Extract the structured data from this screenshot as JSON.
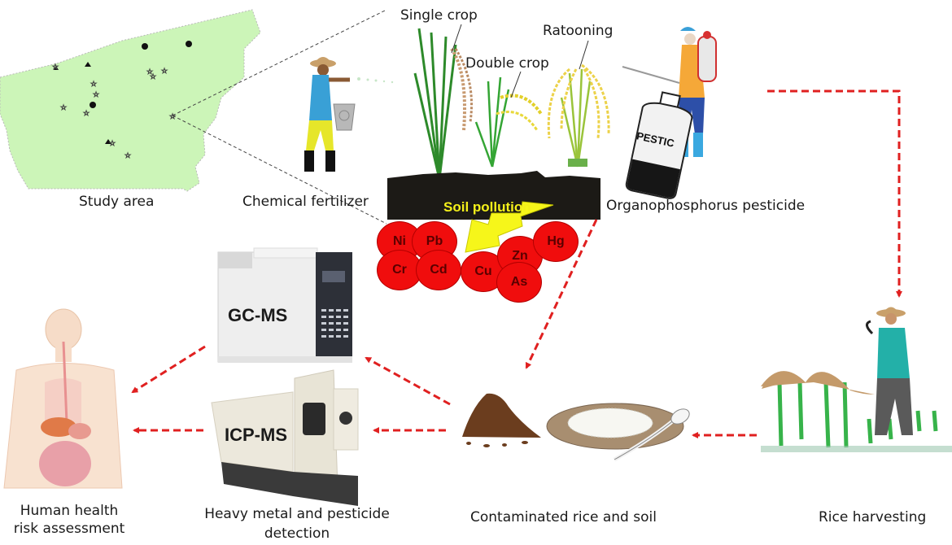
{
  "diagram": {
    "colors": {
      "arrow": "#e02020",
      "map_fill": "#ccf5b8",
      "metal_fill": "#f00d0d",
      "soil": "#1c1a16",
      "soil_text": "#f4f01a",
      "lightning": "#f6f61a"
    },
    "nodes": {
      "study_area": {
        "label": "Study area"
      },
      "chemical_fertilizer": {
        "label": "Chemical fertilizer"
      },
      "single_crop": {
        "label": "Single crop"
      },
      "double_crop": {
        "label": "Double crop"
      },
      "ratooning": {
        "label": "Ratooning"
      },
      "organophosphorus_pesticide": {
        "label": "Organophosphorus pesticide",
        "bottle_text": "PESTIC"
      },
      "soil_pollution": {
        "label": "Soil pollution"
      },
      "gc_ms": {
        "label": "GC-MS"
      },
      "icp_ms": {
        "label": "ICP-MS"
      },
      "detection": {
        "label_line1": "Heavy metal and pesticide",
        "label_line2": "detection"
      },
      "human_health": {
        "label_line1": "Human health",
        "label_line2": "risk assessment"
      },
      "contaminated": {
        "label": "Contaminated rice and soil"
      },
      "harvest": {
        "label": "Rice harvesting"
      }
    },
    "heavy_metals": [
      "Ni",
      "Pb",
      "Cr",
      "Cd",
      "Cu",
      "Zn",
      "As",
      "Hg"
    ],
    "map_legend_symbols": [
      "dot",
      "triangle",
      "star"
    ],
    "edges": [
      {
        "from": "organophosphorus_pesticide",
        "to": "rice_harvesting",
        "style": "dashed"
      },
      {
        "from": "soil_pollution",
        "to": "contaminated_rice_and_soil",
        "style": "dashed"
      },
      {
        "from": "rice_harvesting",
        "to": "contaminated_rice_and_soil",
        "style": "dashed"
      },
      {
        "from": "contaminated_rice_and_soil",
        "to": "gc_ms",
        "style": "dashed"
      },
      {
        "from": "contaminated_rice_and_soil",
        "to": "icp_ms",
        "style": "dashed"
      },
      {
        "from": "gc_ms",
        "to": "human_health_risk_assessment",
        "style": "dashed"
      },
      {
        "from": "icp_ms",
        "to": "human_health_risk_assessment",
        "style": "dashed"
      }
    ]
  }
}
